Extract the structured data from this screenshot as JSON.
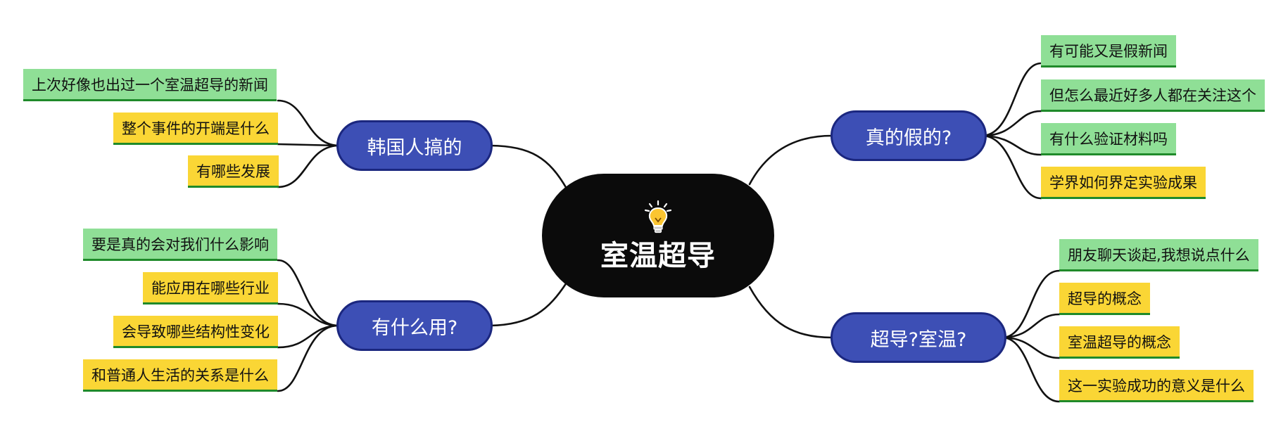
{
  "colors": {
    "central": "#0b0b0b",
    "topic_fill": "#3d4fb5",
    "topic_border": "#1b277f",
    "leaf_green": "#8fdf96",
    "leaf_yellow": "#fad635",
    "leaf_underline": "#1f8a2a",
    "connector": "#111111"
  },
  "central": {
    "icon": "lightbulb-icon",
    "title": "室温超导"
  },
  "topics": [
    {
      "label": "韩国人搞的",
      "children": [
        {
          "text": "上次好像也出过一个室温超导的新闻",
          "color": "green"
        },
        {
          "text": "整个事件的开端是什么",
          "color": "yellow"
        },
        {
          "text": "有哪些发展",
          "color": "yellow"
        }
      ]
    },
    {
      "label": "有什么用?",
      "children": [
        {
          "text": "要是真的会对我们什么影响",
          "color": "green"
        },
        {
          "text": "能应用在哪些行业",
          "color": "yellow"
        },
        {
          "text": "会导致哪些结构性变化",
          "color": "yellow"
        },
        {
          "text": "和普通人生活的关系是什么",
          "color": "yellow"
        }
      ]
    },
    {
      "label": "真的假的?",
      "children": [
        {
          "text": "有可能又是假新闻",
          "color": "green"
        },
        {
          "text": "但怎么最近好多人都在关注这个",
          "color": "green"
        },
        {
          "text": "有什么验证材料吗",
          "color": "green"
        },
        {
          "text": "学界如何界定实验成果",
          "color": "yellow"
        }
      ]
    },
    {
      "label": "超导?室温?",
      "children": [
        {
          "text": "朋友聊天谈起,我想说点什么",
          "color": "green"
        },
        {
          "text": "超导的概念",
          "color": "yellow"
        },
        {
          "text": "室温超导的概念",
          "color": "yellow"
        },
        {
          "text": "这一实验成功的意义是什么",
          "color": "yellow"
        }
      ]
    }
  ]
}
